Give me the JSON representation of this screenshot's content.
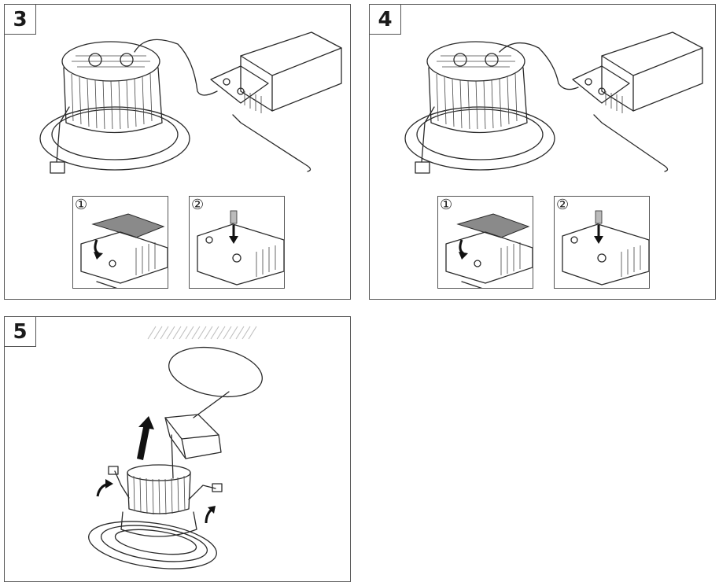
{
  "steps": [
    {
      "number": "3",
      "insets": [
        {
          "marker": "①"
        },
        {
          "marker": "②"
        }
      ]
    },
    {
      "number": "4",
      "insets": [
        {
          "marker": "①"
        },
        {
          "marker": "②"
        }
      ]
    },
    {
      "number": "5"
    }
  ],
  "colors": {
    "line": "#2a2a2a",
    "frame": "#555555",
    "cover": "#8a8a8a",
    "arrow": "#111111",
    "hatch": "#bdbdbd"
  }
}
